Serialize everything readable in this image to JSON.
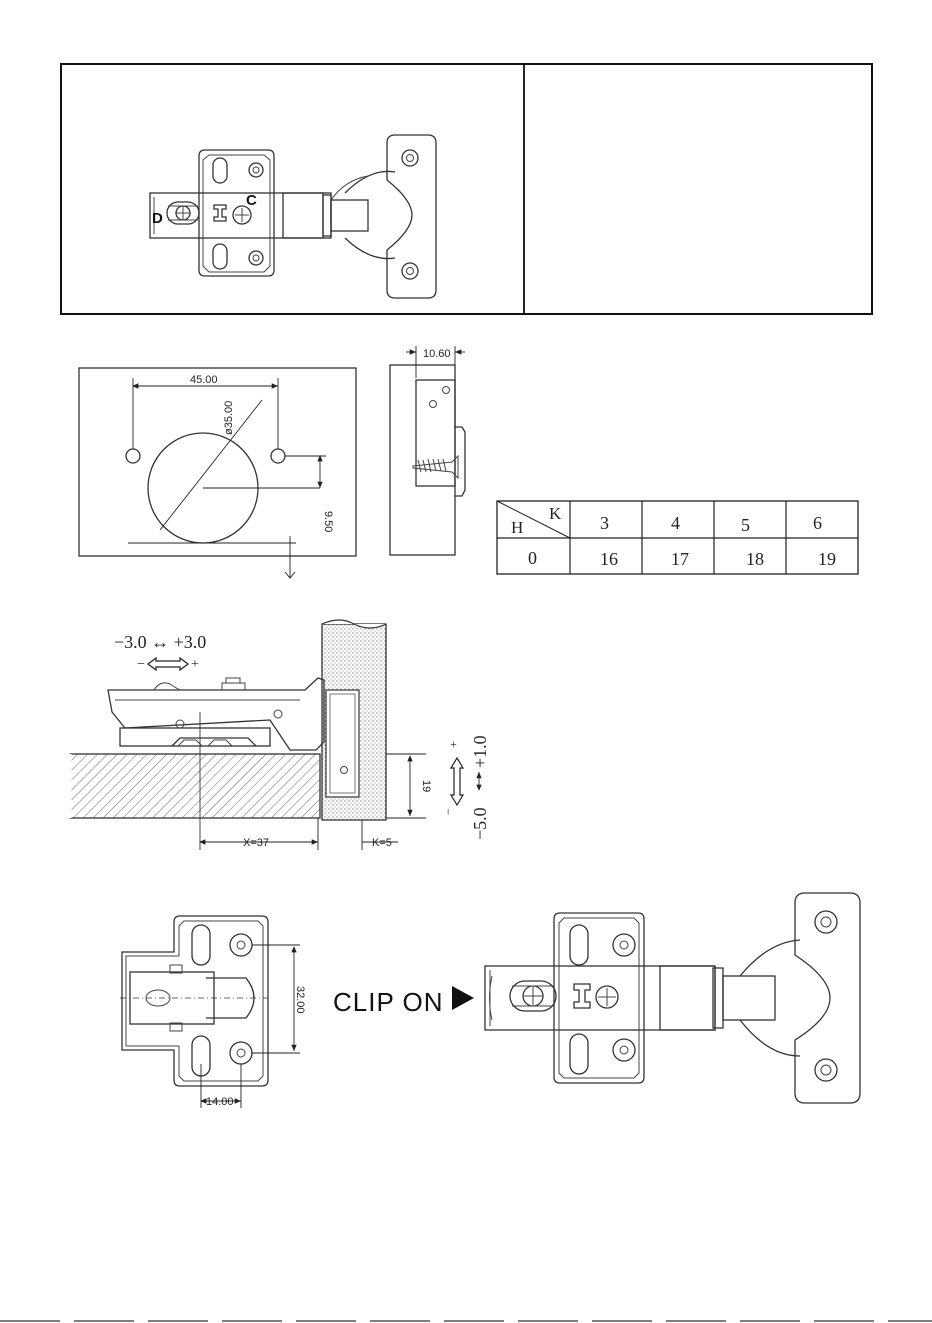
{
  "top_panel": {
    "label_d": "D",
    "label_c": "C"
  },
  "drilling": {
    "hole_spacing": "45.00",
    "cup_diameter": "ø35.00",
    "offset": "9.50",
    "side_thickness": "10.60"
  },
  "kh_table": {
    "header_k": "K",
    "header_h": "H",
    "k_values": [
      "3",
      "4",
      "5",
      "6"
    ],
    "h_value": "0",
    "results": [
      "16",
      "17",
      "18",
      "19"
    ]
  },
  "adjustment": {
    "horizontal_range": "−3.0 ↔ +3.0",
    "minus": "−",
    "plus": "+",
    "vertical_range_top": "+1.0",
    "vertical_range_bottom": "−5.0",
    "vminus": "−",
    "vplus": "+",
    "height_dim": "19",
    "x_dim": "X=37",
    "k_dim": "K=5"
  },
  "mounting_plate": {
    "height_dim": "32.00",
    "width_dim": "14.00"
  },
  "clip_on": {
    "label": "CLIP ON"
  },
  "colors": {
    "line": "#333333",
    "background": "#ffffff"
  }
}
